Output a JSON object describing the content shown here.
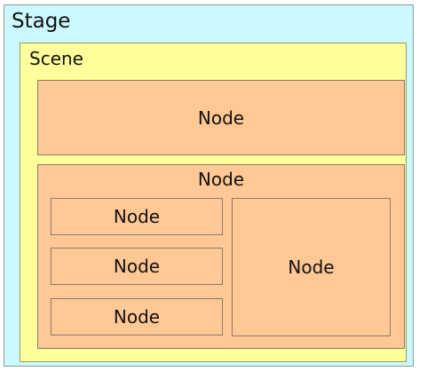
{
  "stage": {
    "label": "Stage"
  },
  "scene": {
    "label": "Scene"
  },
  "nodes": {
    "top": "Node",
    "group": "Node",
    "child_1": "Node",
    "child_2": "Node",
    "child_3": "Node",
    "child_large": "Node"
  },
  "colors": {
    "stage": "#ccf9ff",
    "scene": "#ffff9c",
    "node": "#ffc894"
  }
}
